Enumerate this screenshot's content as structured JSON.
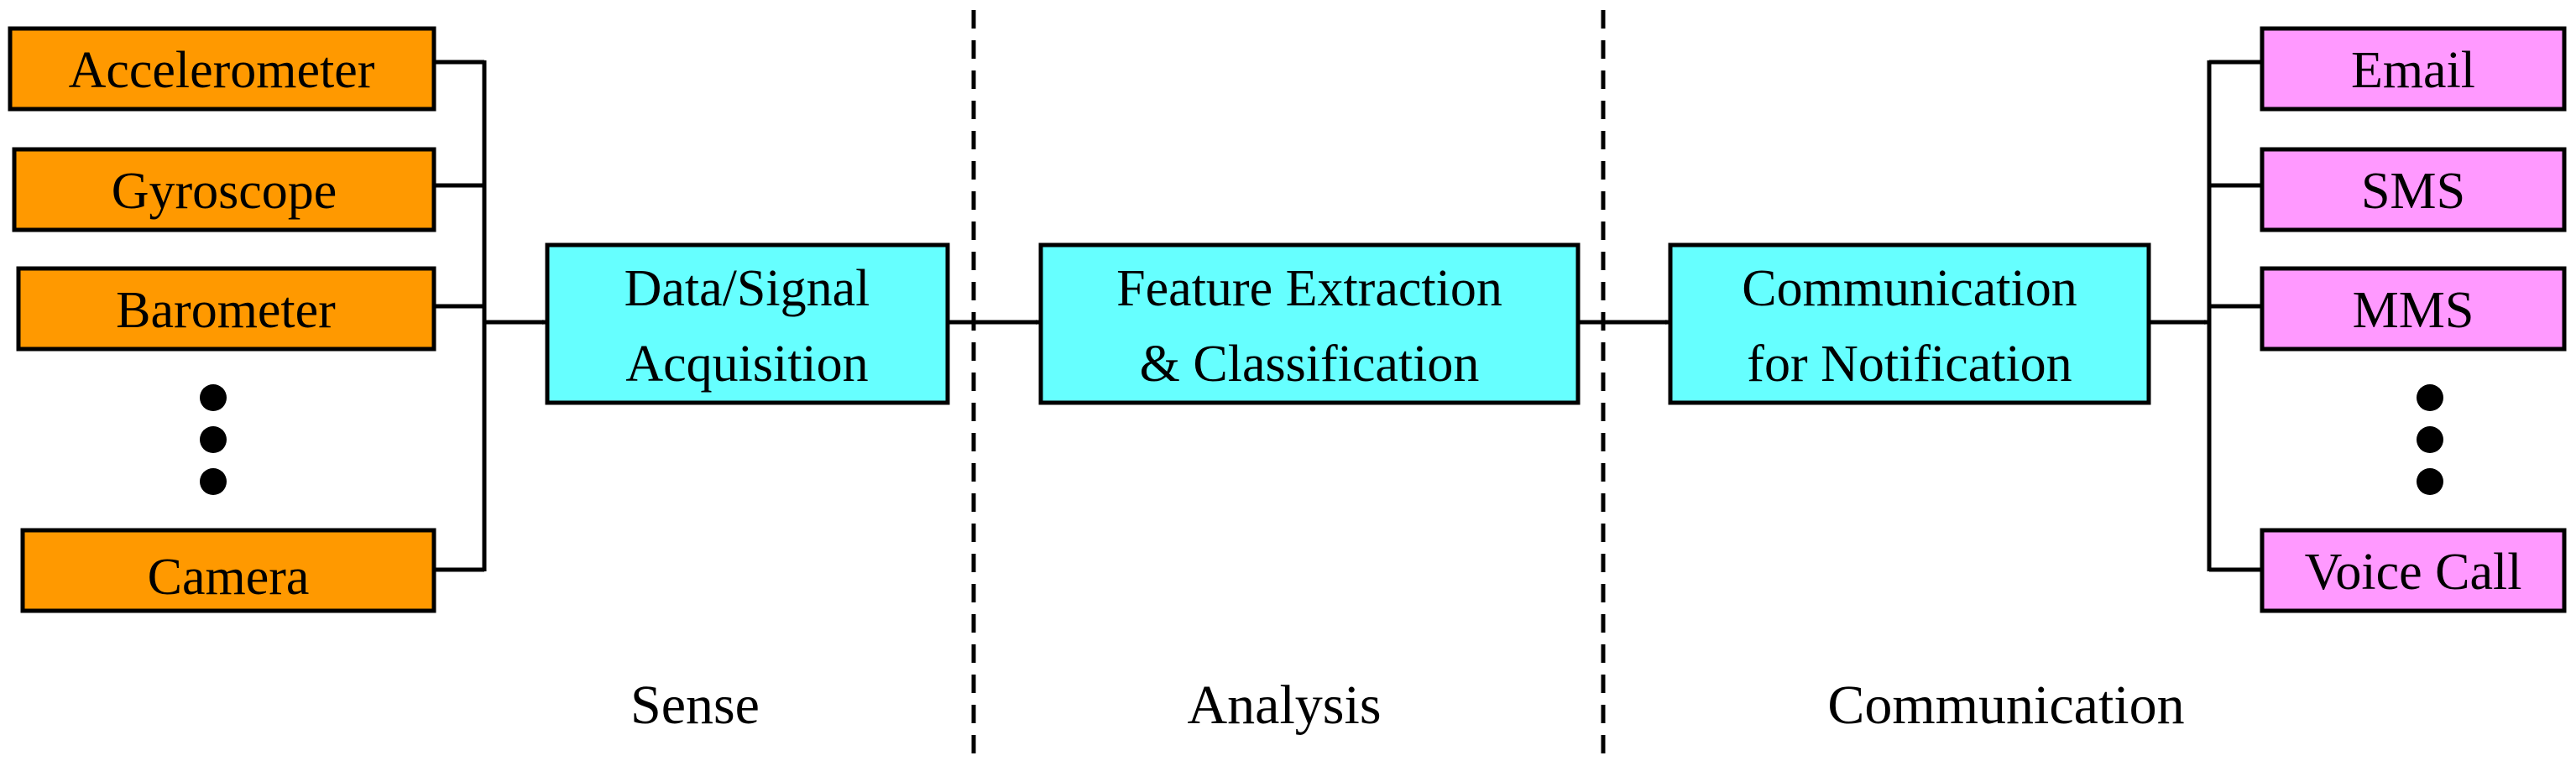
{
  "colors": {
    "sensor_fill": "#FF9900",
    "process_fill": "#66FFFF",
    "output_fill": "#FF99FF",
    "stroke": "#000000"
  },
  "sensors": {
    "accelerometer": "Accelerometer",
    "gyroscope": "Gyroscope",
    "barometer": "Barometer",
    "camera": "Camera"
  },
  "processes": {
    "acquisition": [
      "Data/Signal",
      "Acquisition"
    ],
    "feature": [
      "Feature Extraction",
      "& Classification"
    ],
    "communication": [
      "Communication",
      "for Notification"
    ]
  },
  "outputs": {
    "email": "Email",
    "sms": "SMS",
    "mms": "MMS",
    "voice_call": "Voice Call"
  },
  "stages": {
    "sense": "Sense",
    "analysis": "Analysis",
    "communication": "Communication"
  }
}
